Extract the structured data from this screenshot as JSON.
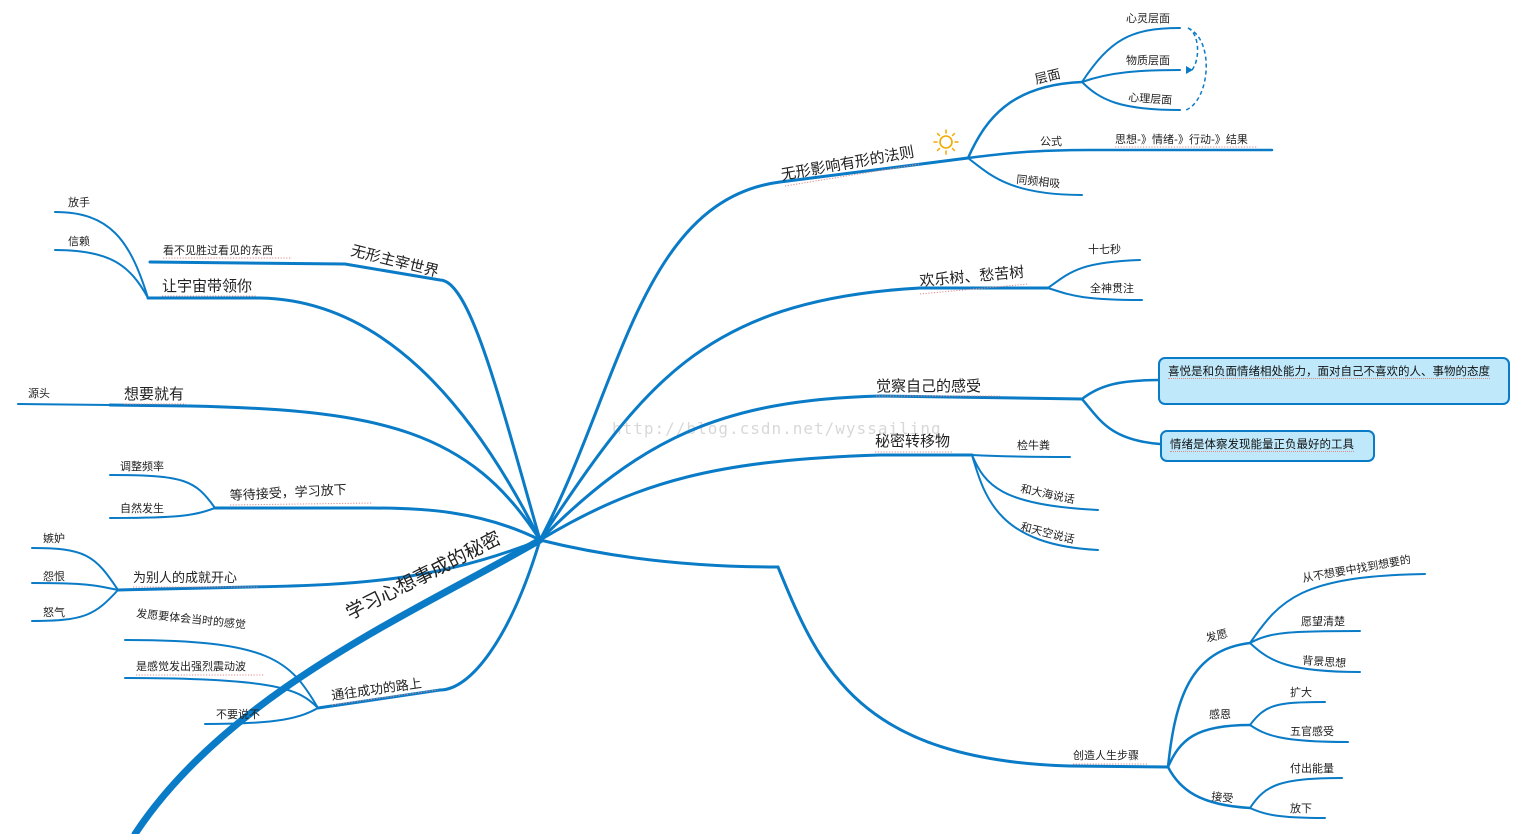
{
  "watermark": "http://blog.csdn.net/wyssailing",
  "center": "学习心想事成的秘密",
  "branches": {
    "wuxing_faze": "无形影响有形的法则",
    "cengmian": "层面",
    "xinling": "心灵层面",
    "wuzhi": "物质层面",
    "xinli": "心理层面",
    "gongshi": "公式",
    "gongshi_text": "思想-》情绪-》行动-》结果",
    "tongpin": "同频相吸",
    "huanle": "欢乐树、愁苦树",
    "qiqimiao": "十七秒",
    "quanshen": "全神贯注",
    "juecha": "觉察自己的感受",
    "callout1": "喜悦是和负面情绪相处能力，面对自己不喜欢的人、事物的态度",
    "callout2": "情绪是体察发现能量正负最好的工具",
    "mimi": "秘密转移物",
    "jianniufen": "检牛粪",
    "dahai": "和大海说话",
    "tiankong": "和天空说话",
    "chuangzao": "创造人生步骤",
    "fayuan": "发愿",
    "cong_buxiang": "从不想要中找到想要的",
    "yuanwang": "愿望清楚",
    "beijing": "背景思想",
    "ganen": "感恩",
    "kuoda": "扩大",
    "wuguan": "五官感受",
    "jieshou": "接受",
    "fuchu": "付出能量",
    "fangxia_r": "放下",
    "wuxing_zhuzai": "无形主宰世界",
    "kanbujian": "看不见胜过看见的东西",
    "rang_yuzhou": "让宇宙带领你",
    "fangshou": "放手",
    "xinlai": "信赖",
    "xiangyao": "想要就有",
    "yuantou": "源头",
    "dengdai": "等待接受，学习放下",
    "tiaozheng": "调整频率",
    "ziran": "自然发生",
    "wei_bieren": "为别人的成就开心",
    "jidu": "嫉妒",
    "yuanhen": "怨恨",
    "nuqi": "怒气",
    "tongwang": "通往成功的路上",
    "fayuan_gan": "发愿要体会当时的感觉",
    "shi_ganjue": "是感觉发出强烈震动波",
    "buyao": "不要说不"
  },
  "colors": {
    "branch": "#0a7bc6",
    "callout_fill": "#bfe9fb",
    "underline": "#e08a8a",
    "sun": "#f2a900"
  },
  "icons": [
    "sun-icon"
  ]
}
